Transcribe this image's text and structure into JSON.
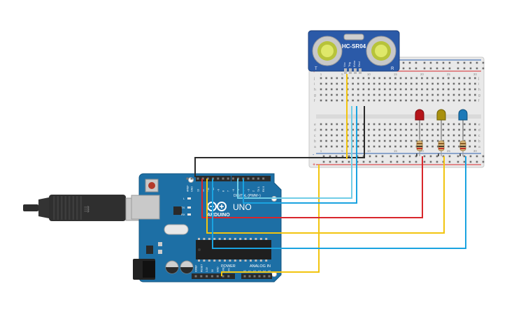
{
  "sensor": {
    "model": "HC-SR04",
    "pins": [
      "Vcc",
      "Trig",
      "Echo",
      "Gnd"
    ],
    "left_mark": "T",
    "right_mark": "R"
  },
  "arduino": {
    "brand": "ARDUINO",
    "model": "UNO",
    "digital_label": "DIGITAL (PWM~)",
    "power_label": "POWER",
    "analog_label": "ANALOG IN",
    "led_labels": [
      "L",
      "TX",
      "RX"
    ],
    "power_pins": [
      "IOREF",
      "RESET",
      "3.3V",
      "5V",
      "GND",
      "GND",
      "VIN"
    ],
    "analog_pins": [
      "A0",
      "A1",
      "A2",
      "A3",
      "A4",
      "A5"
    ],
    "top_pins": [
      "AREF",
      "GND",
      "13",
      "12",
      "~11",
      "~10",
      "~9",
      "8",
      "7",
      "~6",
      "~5",
      "4",
      "~3",
      "2",
      "TX 1",
      "RX 0"
    ]
  },
  "breadboard": {
    "row_letters_top": [
      "j",
      "i",
      "h",
      "g",
      "f"
    ],
    "row_letters_bottom": [
      "e",
      "d",
      "c",
      "b",
      "a"
    ],
    "column_numbers": [
      "1",
      "5",
      "10",
      "15",
      "20",
      "25",
      "30"
    ]
  },
  "leds": [
    {
      "name": "red",
      "color": "#c0141b"
    },
    {
      "name": "yellow",
      "color": "#b59a12"
    },
    {
      "name": "blue",
      "color": "#1f7fbf"
    }
  ],
  "wire_colors": {
    "black": "#2b2b2b",
    "red": "#d8262b",
    "yellow": "#f2c40f",
    "blue": "#1aa3e0",
    "cyan": "#70cde6"
  },
  "board_color": "#1d6fa5"
}
